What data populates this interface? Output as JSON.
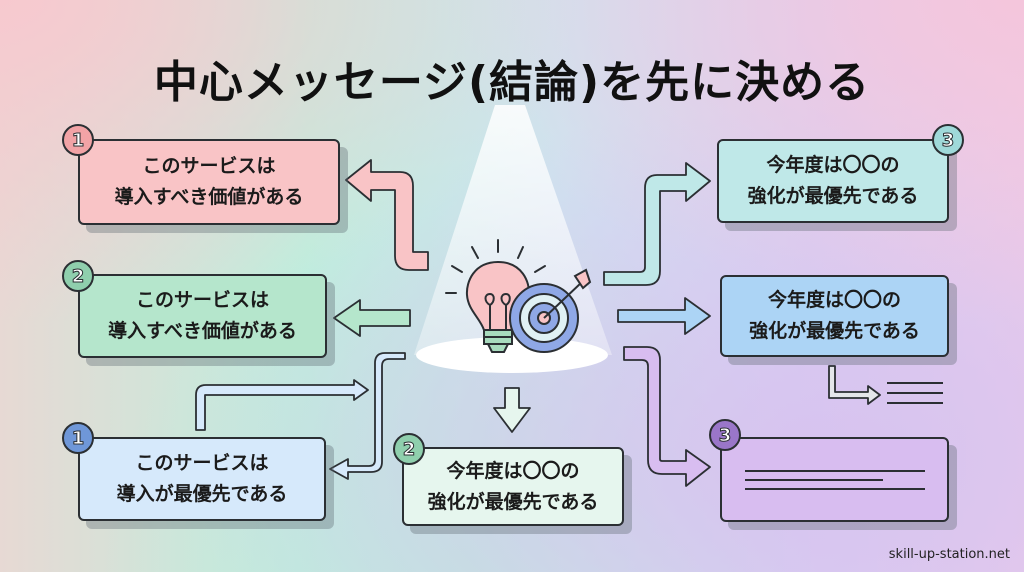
{
  "title": "中心メッセージ(結論)を先に決める",
  "colors": {
    "pink": "#f9c4c6",
    "green": "#b5e6cc",
    "blue_light": "#d6e9fb",
    "mint": "#e6f6ee",
    "cyan": "#bfe8e8",
    "blue": "#acd4f5",
    "purple": "#d8bdf0",
    "outline": "#2b2f33"
  },
  "center": {
    "icons": [
      "lightbulb-icon",
      "target-icon",
      "arrow-icon",
      "spotlight"
    ]
  },
  "boxes": [
    {
      "id": "left-top",
      "badge": "1",
      "line1": "このサービスは",
      "line2": "導入すべき価値がある"
    },
    {
      "id": "left-middle",
      "badge": "2",
      "line1": "このサービスは",
      "line2": "導入すべき価値がある"
    },
    {
      "id": "left-bottom",
      "badge": "1",
      "line1": "このサービスは",
      "line2": "導入が最優先である"
    },
    {
      "id": "center-bottom",
      "badge": "2",
      "line1": "今年度は〇〇の",
      "line2": "強化が最優先である"
    },
    {
      "id": "right-top",
      "badge": "3",
      "line1": "今年度は〇〇の",
      "line2": "強化が最優先である"
    },
    {
      "id": "right-middle",
      "badge": "",
      "line1": "今年度は〇〇の",
      "line2": "強化が最優先である"
    },
    {
      "id": "right-bottom",
      "badge": "3",
      "line1": "",
      "line2": ""
    }
  ],
  "credit": "skill-up-station.net"
}
